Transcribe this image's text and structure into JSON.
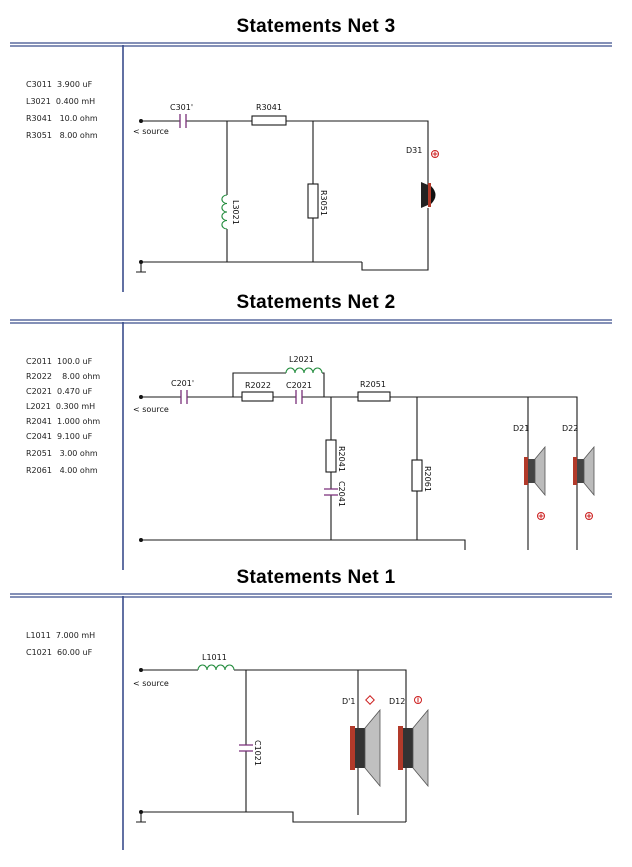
{
  "nets": [
    {
      "id": "net3",
      "title": "Statements  Net 3",
      "parts": [
        {
          "name": "C3011",
          "value": "3.900 uF"
        },
        {
          "name": "L3021",
          "value": "0.400 mH"
        },
        {
          "name": "R3041",
          "value": "10.0 ohm"
        },
        {
          "name": "R3051",
          "value": "8.00 ohm"
        }
      ],
      "labels": {
        "source": "< source",
        "c1": "C301'",
        "r1": "R3041",
        "l1": "L3021",
        "r2": "R3051",
        "d1": "D31"
      }
    },
    {
      "id": "net2",
      "title": "Statements  Net 2",
      "parts": [
        {
          "name": "C2011",
          "value": "100.0 uF"
        },
        {
          "name": "R2022",
          "value": "8.00 ohm"
        },
        {
          "name": "C2021",
          "value": "0.470 uF"
        },
        {
          "name": "L2021",
          "value": "0.300 mH"
        },
        {
          "name": "R2041",
          "value": "1.000 ohm"
        },
        {
          "name": "C2041",
          "value": "9.100 uF"
        },
        {
          "name": "R2051",
          "value": "3.00 ohm"
        },
        {
          "name": "R2061",
          "value": "4.00 ohm"
        }
      ],
      "labels": {
        "source": "< source",
        "c1": "C201'",
        "r22": "R2022",
        "c21": "C2021",
        "l21": "L2021",
        "r51": "R2051",
        "r41": "R2041",
        "c41": "C2041",
        "r61": "R2061",
        "d21": "D21",
        "d22": "D22"
      }
    },
    {
      "id": "net1",
      "title": "Statements  Net 1",
      "parts": [
        {
          "name": "L1011",
          "value": "7.000 mH"
        },
        {
          "name": "C1021",
          "value": "60.00 uF"
        }
      ],
      "labels": {
        "source": "< source",
        "l1": "L1011",
        "c1": "C1021",
        "d11": "D'1",
        "d12": "D12"
      }
    }
  ]
}
